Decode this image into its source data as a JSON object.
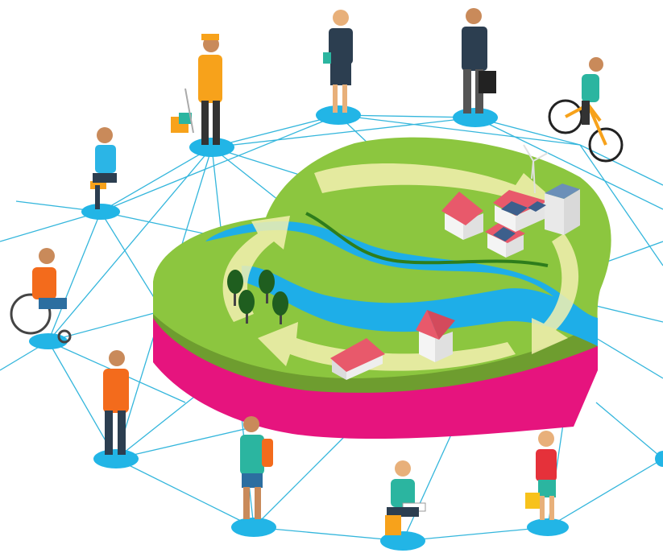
{
  "scene": {
    "description_title": "",
    "colors": {
      "network_line": "#34b6dc",
      "node_disc": "#22b5e6",
      "grass_top": "#8cc63f",
      "grass_side": "#6e9d2f",
      "soil_band": "#e6147e",
      "river": "#1eaee8",
      "arrow": "#f3f0b0",
      "roof": "#e8596b",
      "house_wall": "#f4f4f4"
    },
    "nodes": [
      {
        "id": "person-delivery",
        "icon": "delivery-worker-icon"
      },
      {
        "id": "person-businesswoman",
        "icon": "businesswoman-icon"
      },
      {
        "id": "person-businessman",
        "icon": "businessman-icon"
      },
      {
        "id": "person-cyclist",
        "icon": "cyclist-icon"
      },
      {
        "id": "person-tablet-reader",
        "icon": "seated-tablet-user-icon"
      },
      {
        "id": "person-wheelchair",
        "icon": "wheelchair-user-icon"
      },
      {
        "id": "person-standing-orange",
        "icon": "standing-man-icon"
      },
      {
        "id": "person-backpacker",
        "icon": "student-backpack-icon"
      },
      {
        "id": "person-seated-reader",
        "icon": "seated-reader-icon"
      },
      {
        "id": "person-shopper",
        "icon": "shopper-woman-icon"
      }
    ],
    "island": {
      "shape": "heart",
      "elements": [
        "river-icon",
        "trees-icon",
        "houses-icon",
        "solar-panels-icon",
        "wind-turbine-icon",
        "circular-arrows-icon"
      ]
    }
  }
}
